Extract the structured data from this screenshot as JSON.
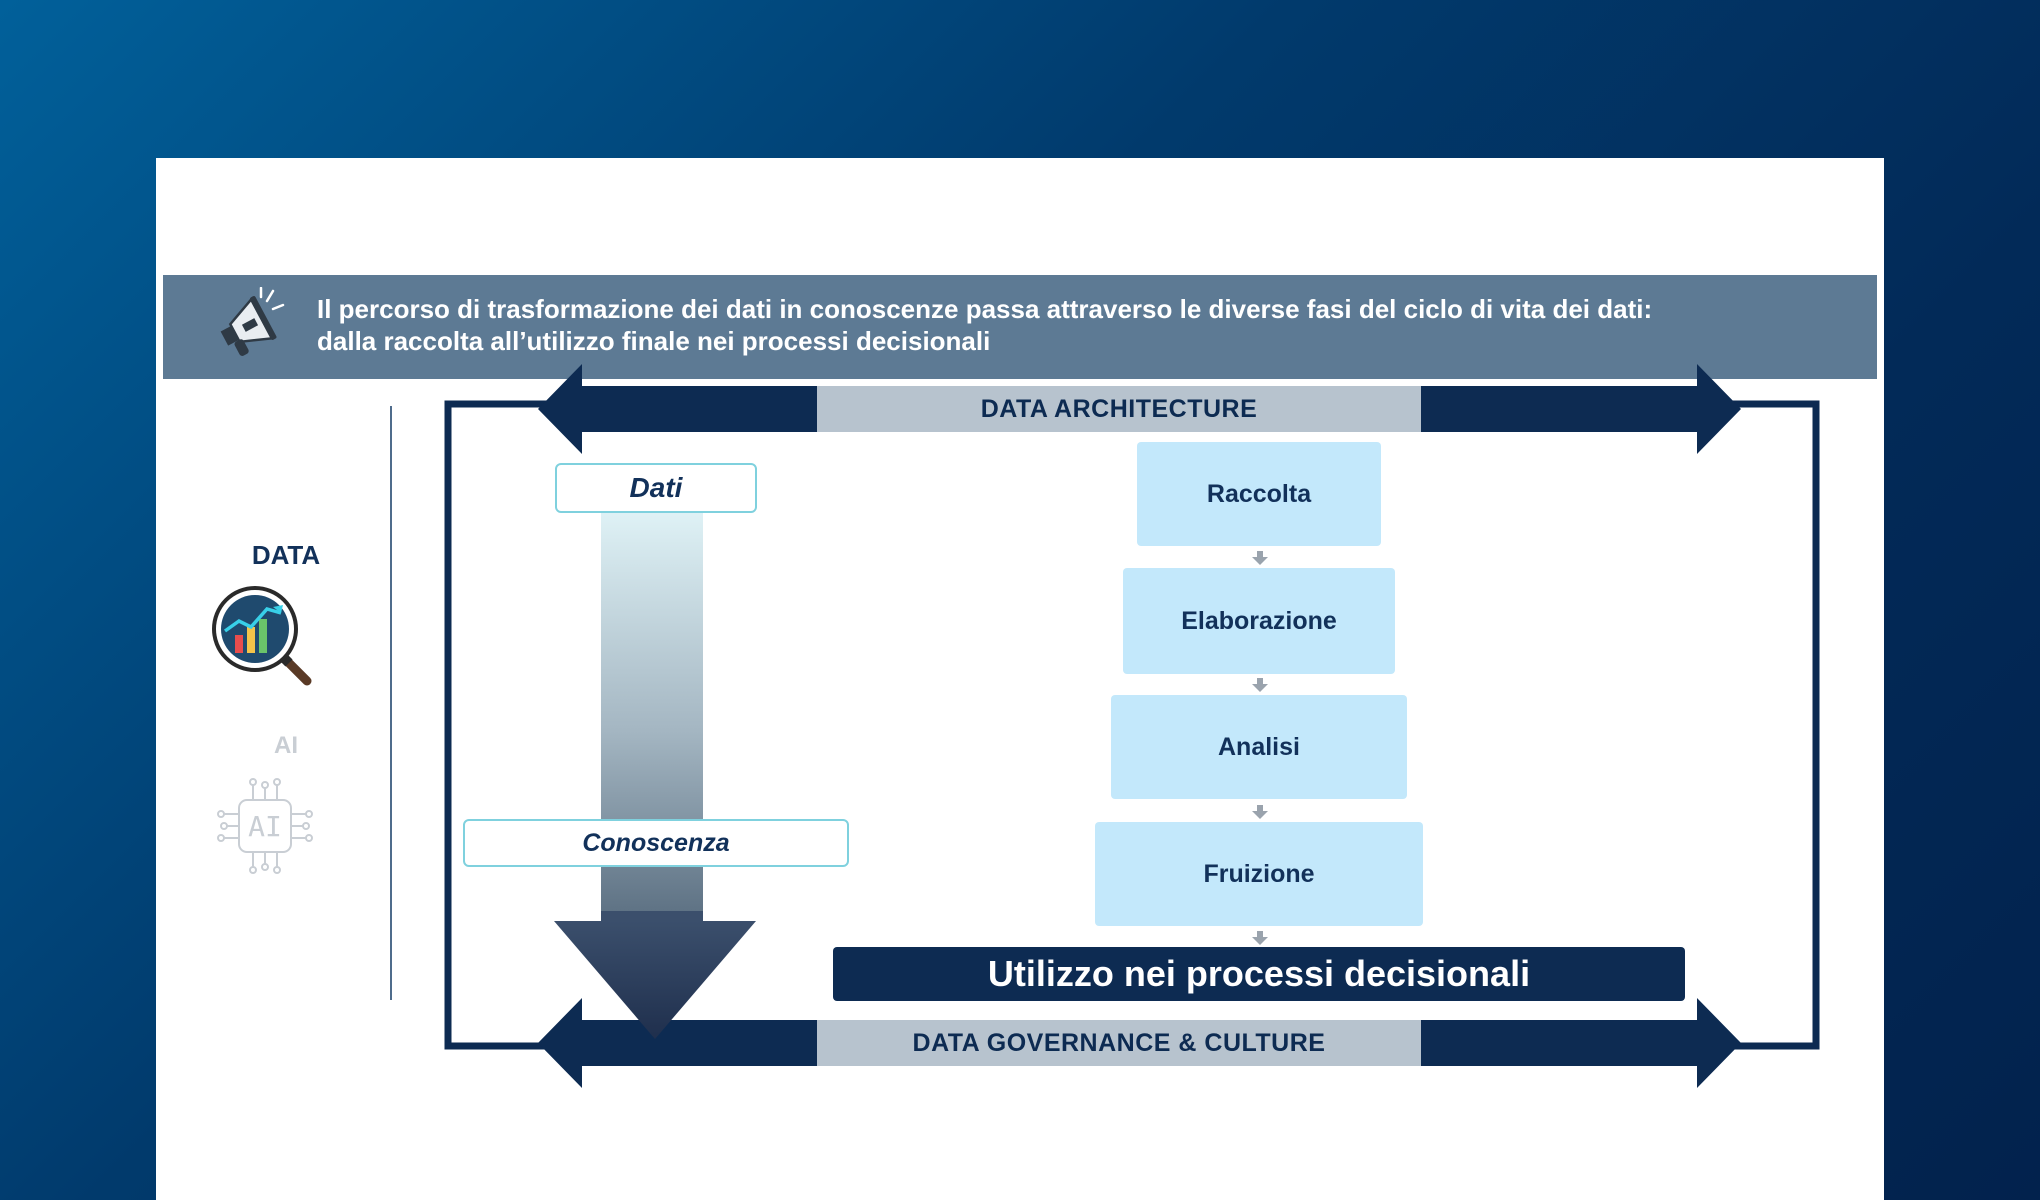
{
  "banner": {
    "line1": "Il percorso di trasformazione dei dati in conoscenze passa attraverso le diverse fasi del ciclo di vita dei dati:",
    "line2": "dalla raccolta all’utilizzo finale nei processi decisionali",
    "icon": "megaphone-icon"
  },
  "sidebar": {
    "data_label": "DATA",
    "ai_label": "AI",
    "ai_chip_text": "AI",
    "data_icon": "magnifier-chart-icon",
    "ai_icon": "ai-chip-icon"
  },
  "diagram": {
    "top_band": "DATA ARCHITECTURE",
    "bottom_band": "DATA GOVERNANCE & CULTURE",
    "flow_start": "Dati",
    "flow_end": "Conoscenza",
    "steps": [
      "Raccolta",
      "Elaborazione",
      "Analisi",
      "Fruizione"
    ],
    "outcome": "Utilizzo nei processi decisionali"
  },
  "colors": {
    "navy": "#0d2b52",
    "banner": "#5d7a94",
    "step_fill": "#c3e8fb",
    "band_label": "#b7c3ce",
    "accent_teal": "#7fd1de"
  }
}
